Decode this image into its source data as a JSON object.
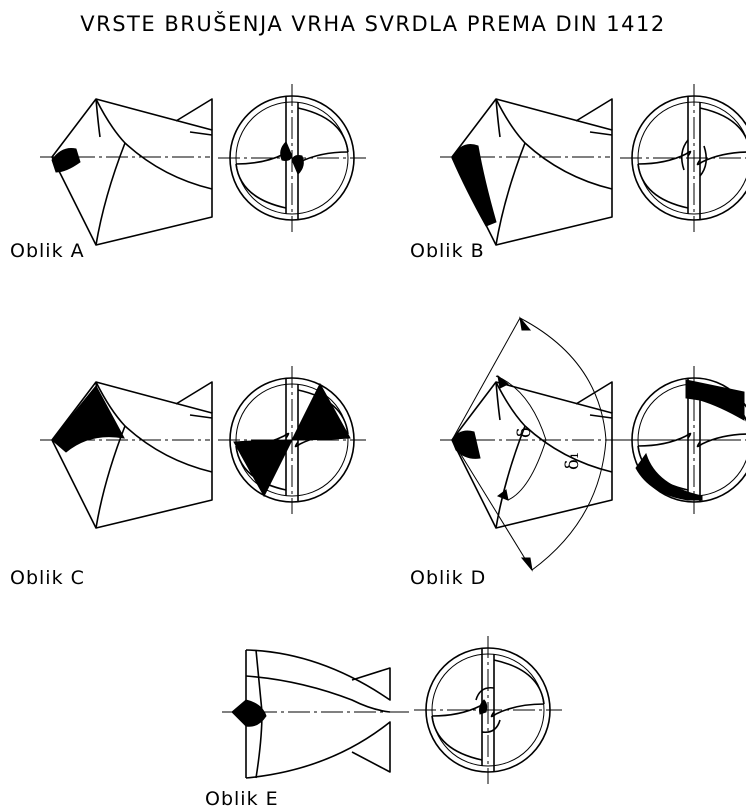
{
  "title": "VRSTE BRUŠENJA VRHA SVRDLA PREMA DIN 1412",
  "forms": [
    {
      "label": "Oblik A"
    },
    {
      "label": "Oblik B"
    },
    {
      "label": "Oblik C"
    },
    {
      "label": "Oblik D",
      "angle_labels": [
        "δ",
        "δ₁"
      ]
    },
    {
      "label": "Oblik E"
    }
  ]
}
